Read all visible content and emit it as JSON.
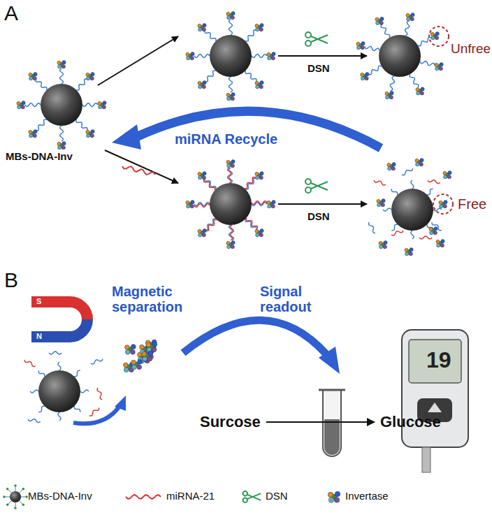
{
  "diagram": {
    "nodes": [
      {
        "text": [
          "Surcose"
        ]
      },
      {
        "text": [
          "Glucose"
        ]
      }
    ],
    "edges": [
      {
        "from": 0,
        "to": 1,
        "arrow": "to"
      }
    ],
    "labels": [
      "A",
      "DSN",
      "Unfree",
      "miRNA Recycle",
      "MBs-DNA-Inv",
      "DSN",
      "Free",
      "B",
      "Magnetic separation",
      "Signal readout",
      "S",
      "N",
      "19"
    ],
    "legend": [
      {
        "text": "MBs-DNA-Inv"
      },
      {
        "text": "miRNA-21"
      },
      {
        "text": "DSN"
      },
      {
        "text": "Invertase"
      }
    ]
  }
}
